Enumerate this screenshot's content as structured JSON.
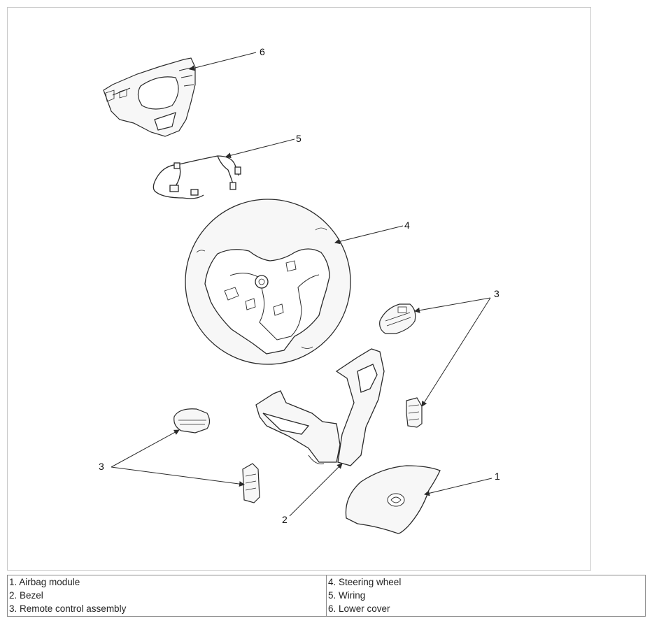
{
  "diagram": {
    "callouts": [
      {
        "id": "c6",
        "label": "6"
      },
      {
        "id": "c5",
        "label": "5"
      },
      {
        "id": "c4",
        "label": "4"
      },
      {
        "id": "c3a",
        "label": "3"
      },
      {
        "id": "c3b",
        "label": "3"
      },
      {
        "id": "c2",
        "label": "2"
      },
      {
        "id": "c1",
        "label": "1"
      }
    ]
  },
  "legend": {
    "left": [
      "1. Airbag module",
      "2. Bezel",
      "3. Remote control assembly"
    ],
    "right": [
      "4. Steering wheel",
      "5. Wiring",
      "6. Lower cover"
    ]
  },
  "colors": {
    "line": "#2a2a2a",
    "part_fill": "#f7f7f7",
    "frame": "#c8c8c8",
    "table_border": "#8a8a8a"
  }
}
